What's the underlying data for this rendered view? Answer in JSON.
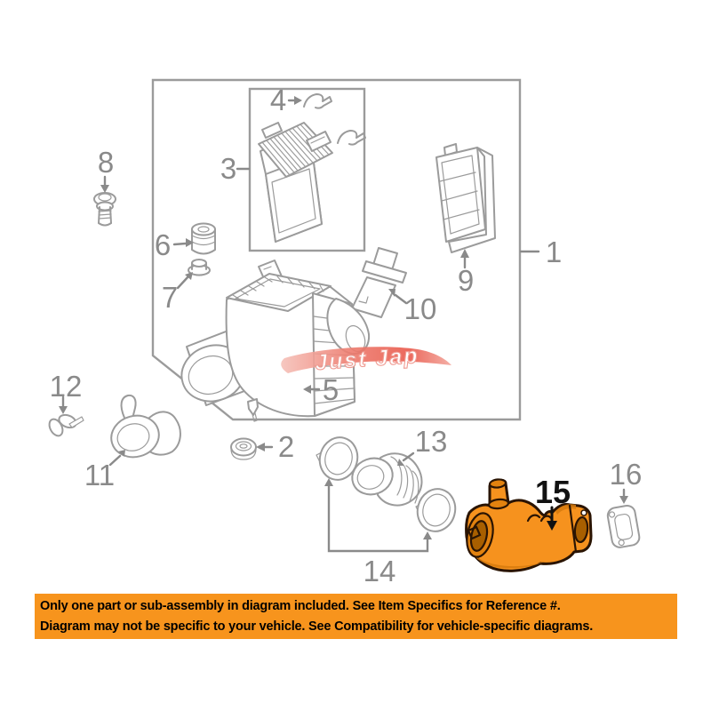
{
  "banner": {
    "line1": "Only one part or sub-assembly in diagram included. See Item Specifics for Reference #.",
    "line2": "Diagram may not be specific to your vehicle. See Compatibility for vehicle-specific diagrams."
  },
  "watermark": {
    "text": "Just Jap"
  },
  "colors": {
    "banner_bg": "#f7941d",
    "highlight": "#f6921e",
    "highlight_outline": "#2a1403",
    "line": "#9b9b9b",
    "label": "#8a8a8a",
    "label_highlight": "#111111",
    "watermark_red": "#e9574b",
    "watermark_pink": "#f6c2ba"
  },
  "diagram": {
    "labels": {
      "p1": "1",
      "p2": "2",
      "p3": "3",
      "p4": "4",
      "p5": "5",
      "p6": "6",
      "p7": "7",
      "p8": "8",
      "p9": "9",
      "p10": "10",
      "p11": "11",
      "p12": "12",
      "p13": "13",
      "p14": "14",
      "p15": "15",
      "p16": "16"
    },
    "highlighted_part": "15"
  }
}
